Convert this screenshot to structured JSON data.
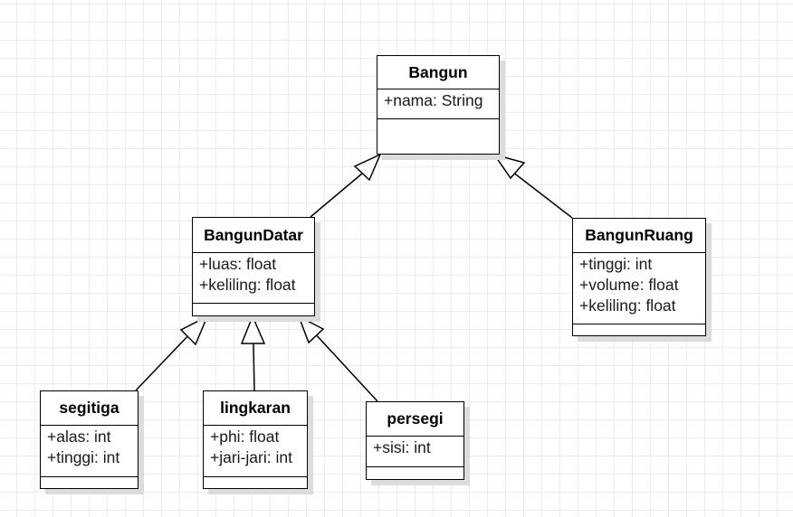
{
  "classes": {
    "bangun": {
      "name": "Bangun",
      "attributes": [
        "+nama: String"
      ]
    },
    "bangun_datar": {
      "name": "BangunDatar",
      "attributes": [
        "+luas: float",
        "+keliling: float"
      ]
    },
    "bangun_ruang": {
      "name": "BangunRuang",
      "attributes": [
        "+tinggi: int",
        "+volume: float",
        "+keliling: float"
      ]
    },
    "segitiga": {
      "name": "segitiga",
      "attributes": [
        "+alas: int",
        "+tinggi: int"
      ]
    },
    "lingkaran": {
      "name": "lingkaran",
      "attributes": [
        "+phi: float",
        "+jari-jari: int"
      ]
    },
    "persegi": {
      "name": "persegi",
      "attributes": [
        "+sisi: int"
      ]
    }
  },
  "relations": [
    {
      "type": "inheritance",
      "from": "bangun_datar",
      "to": "bangun"
    },
    {
      "type": "inheritance",
      "from": "bangun_ruang",
      "to": "bangun"
    },
    {
      "type": "inheritance",
      "from": "segitiga",
      "to": "bangun_datar"
    },
    {
      "type": "inheritance",
      "from": "lingkaran",
      "to": "bangun_datar"
    },
    {
      "type": "inheritance",
      "from": "persegi",
      "to": "bangun_datar"
    }
  ]
}
